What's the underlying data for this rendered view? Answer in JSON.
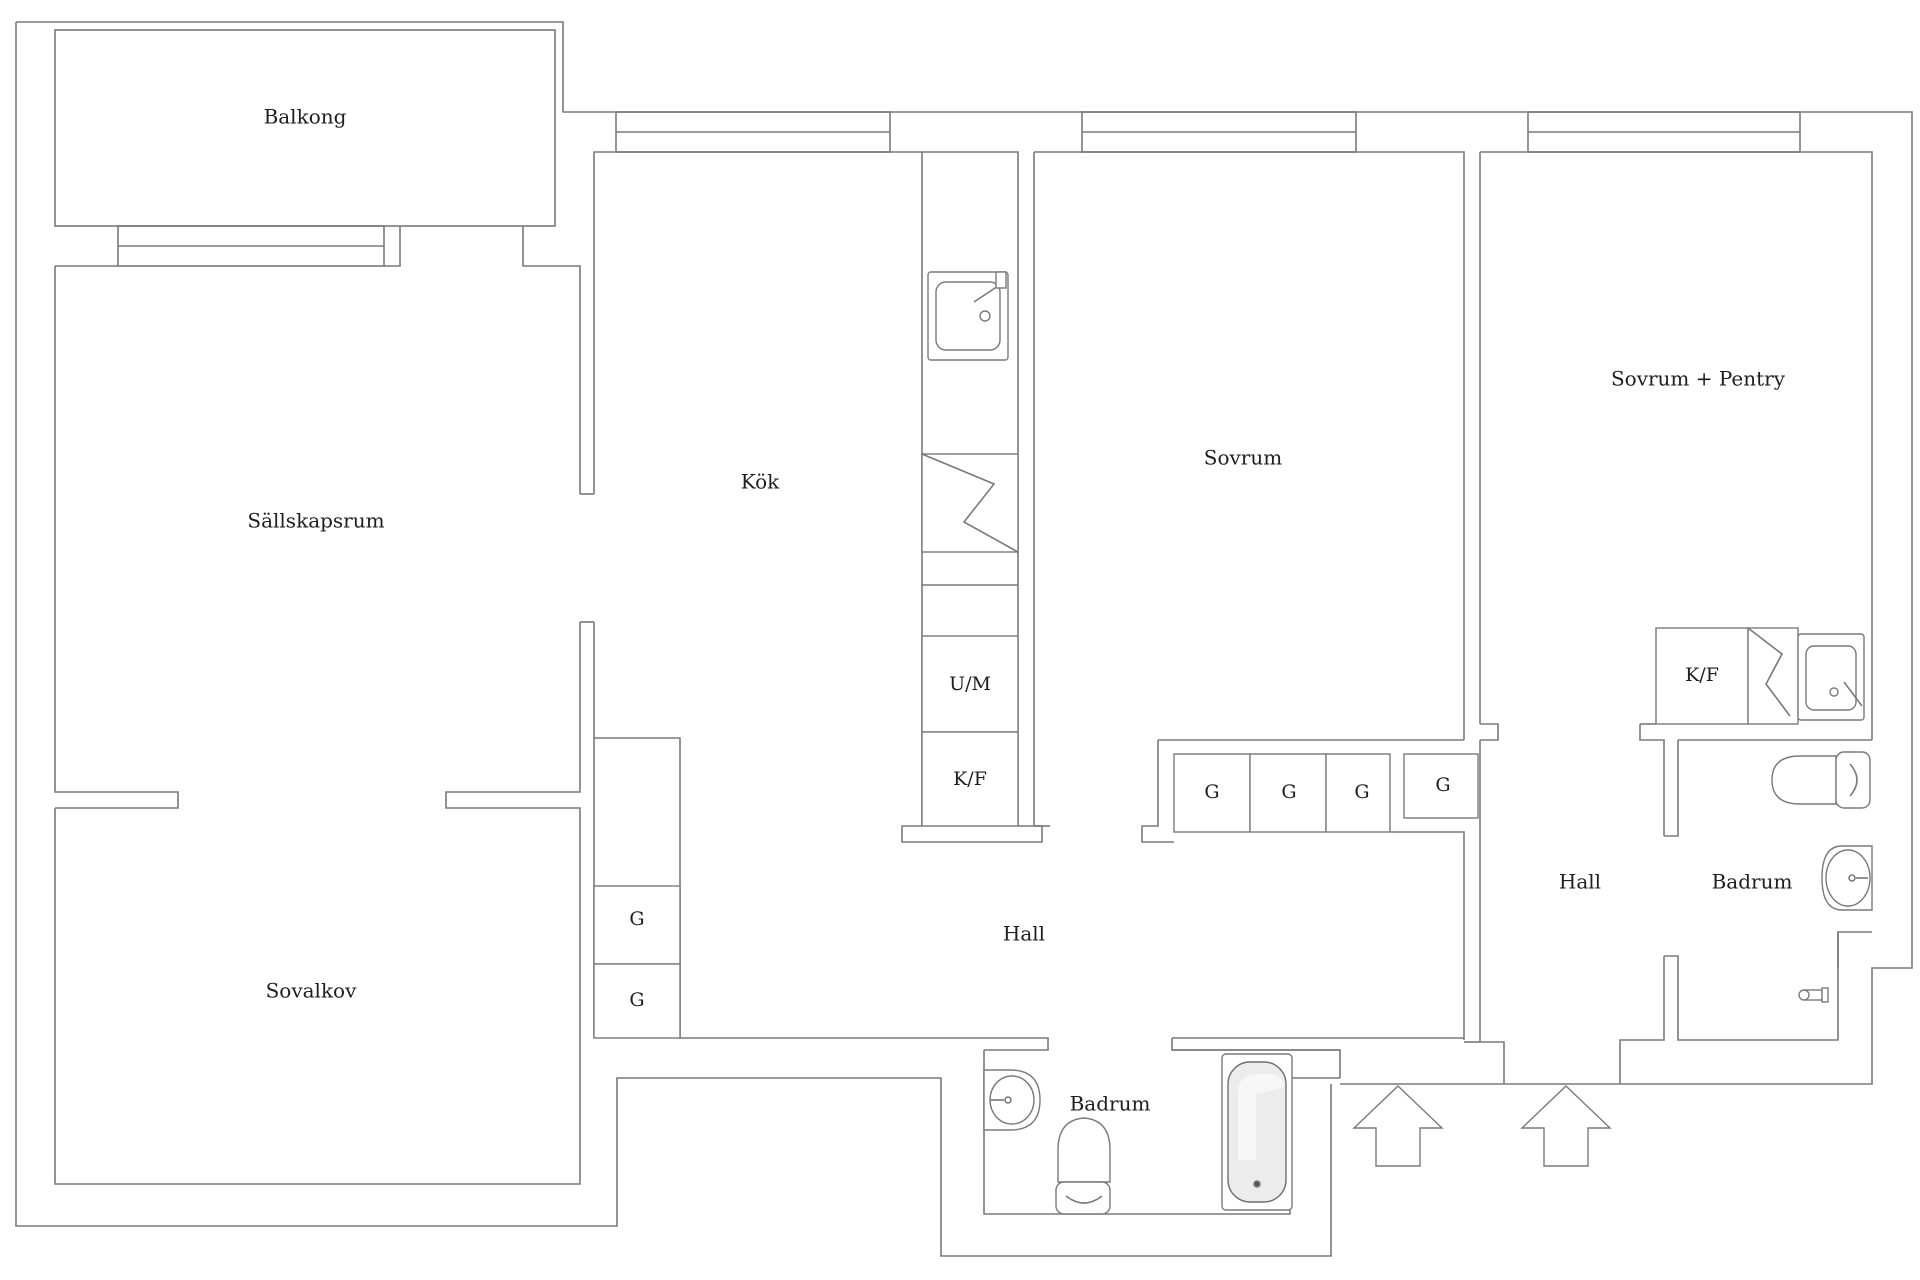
{
  "rooms": {
    "balkong": "Balkong",
    "sallskapsrum": "Sällskapsrum",
    "kok": "Kök",
    "sovrum": "Sovrum",
    "sovrum_pentry": "Sovrum + Pentry",
    "sovalkov": "Sovalkov",
    "hall_main": "Hall",
    "hall_right": "Hall",
    "badrum_bottom": "Badrum",
    "badrum_right": "Badrum"
  },
  "fixtures": {
    "um": "U/M",
    "kf_kitchen": "K/F",
    "kf_pentry": "K/F",
    "wardrobe": "G"
  },
  "entrances": [
    "entrance-arrow-1",
    "entrance-arrow-2"
  ],
  "colors": {
    "wall": "#7a7a7a",
    "text": "#1e1e1e",
    "fixture_fill": "#ececec"
  }
}
